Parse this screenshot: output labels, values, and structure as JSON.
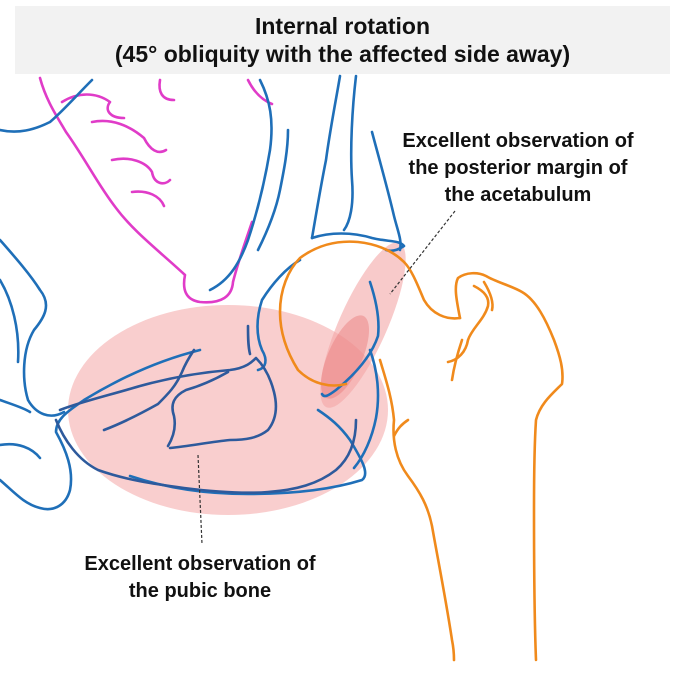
{
  "title": {
    "line1": "Internal rotation",
    "line2": "(45° obliquity with the affected side away)"
  },
  "annotations": {
    "acetabulum": {
      "line1": "Excellent observation of",
      "line2": "the posterior margin of",
      "line3": "the acetabulum"
    },
    "pubic": {
      "line1": "Excellent observation of",
      "line2": "the pubic bone"
    }
  },
  "colors": {
    "pelvis_outline": "#1f6fb8",
    "pubic_inner_outline": "#2e5a9c",
    "femur_outline": "#f08a1c",
    "sacrum_outline": "#e03cc8",
    "highlight_fill": "#f4a6a6",
    "title_background": "#f2f2f2"
  }
}
